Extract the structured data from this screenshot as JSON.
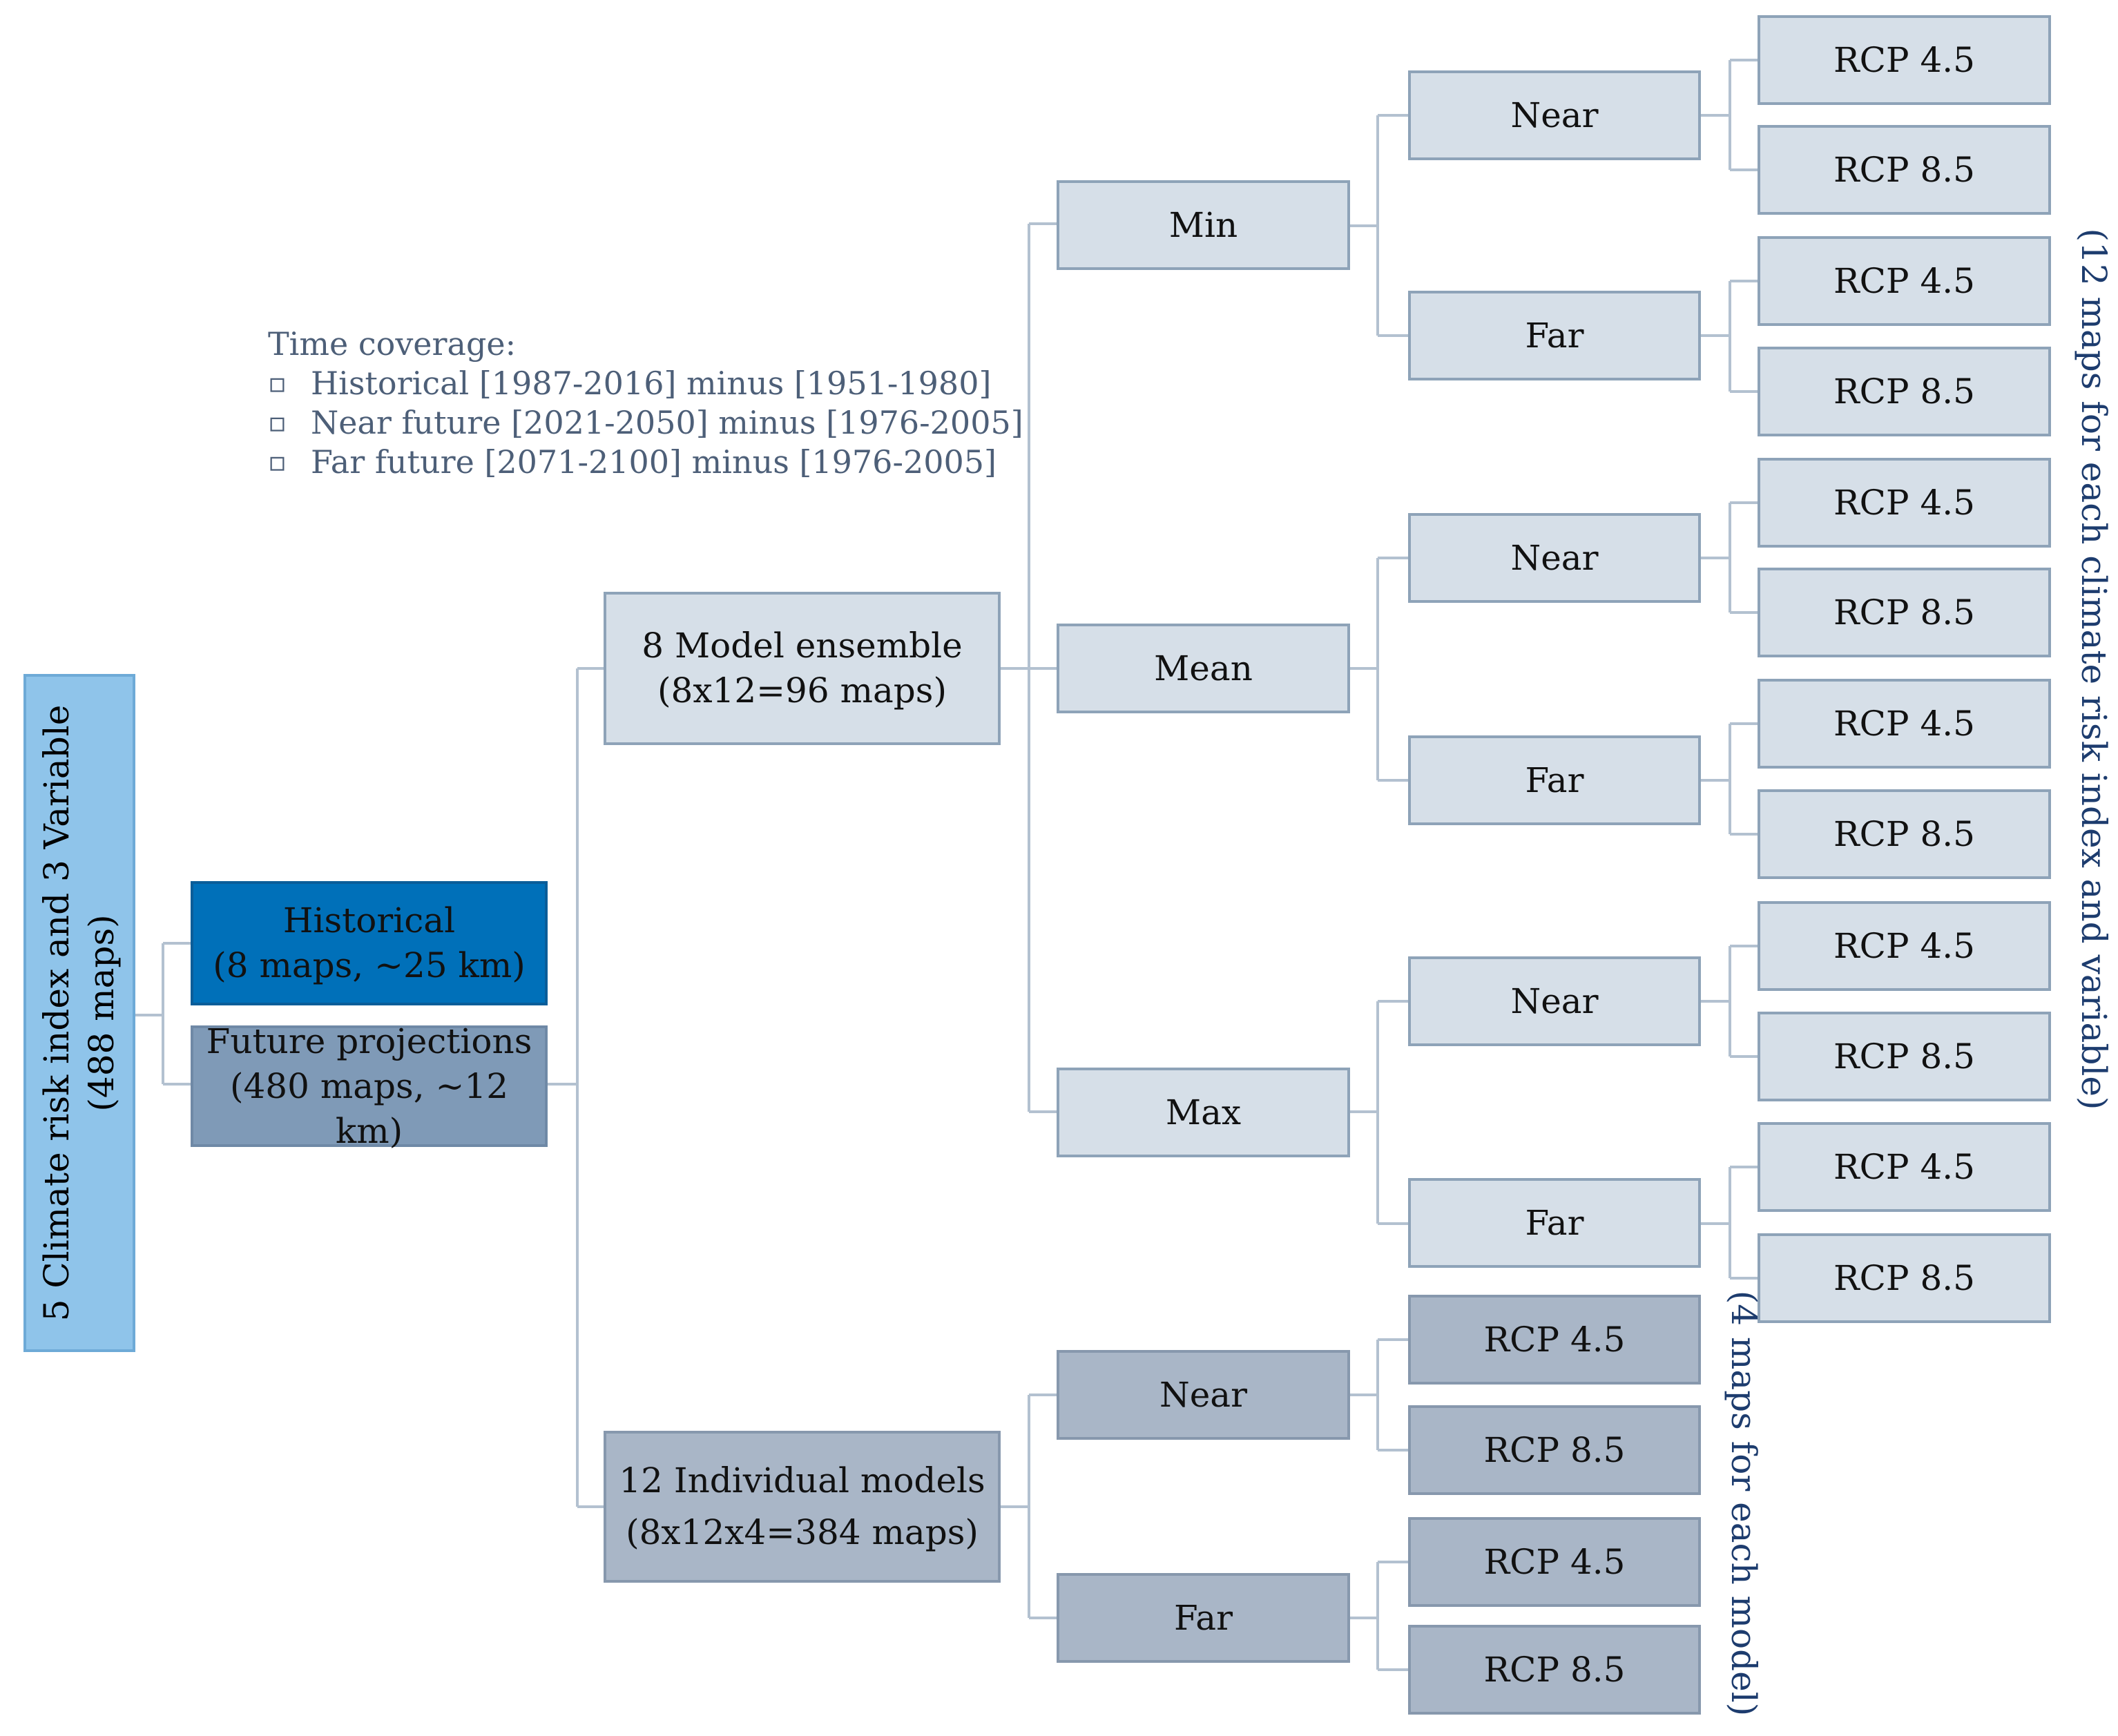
{
  "root": {
    "line1": "5 Climate risk index and  3 Variable",
    "line2": "(488 maps)"
  },
  "historical": {
    "line1": "Historical",
    "line2": "(8 maps, ~25 km)"
  },
  "future": {
    "line1": "Future projections",
    "line2": "(480 maps, ~12 km)"
  },
  "time_coverage": {
    "title": "Time coverage:",
    "items": [
      "Historical [1987-2016] minus [1951-1980]",
      "Near future [2021-2050] minus [1976-2005]",
      "Far future [2071-2100] minus [1976-2005]"
    ]
  },
  "ensemble": {
    "line1": "8 Model ensemble",
    "line2": "(8x12=96 maps)"
  },
  "individual": {
    "line1": "12 Individual models",
    "line2": "(8x12x4=384 maps)"
  },
  "stats": {
    "min": "Min",
    "mean": "Mean",
    "max": "Max"
  },
  "periods": {
    "near": "Near",
    "far": "Far"
  },
  "rcp": {
    "rcp45": "RCP 4.5",
    "rcp85": "RCP 8.5"
  },
  "notes": {
    "ensemble": "(12 maps for each climate risk index and variable)",
    "individual": "(4 maps for each model)"
  },
  "colors": {
    "root": "#8fc4ea",
    "historical": "#0070b9",
    "future": "#7f9ab7",
    "ensemble_branch": "#d6dfe8",
    "individual_branch": "#a9b6c7",
    "note_text": "#1d3c6e",
    "connector": "#b3c1d0"
  }
}
